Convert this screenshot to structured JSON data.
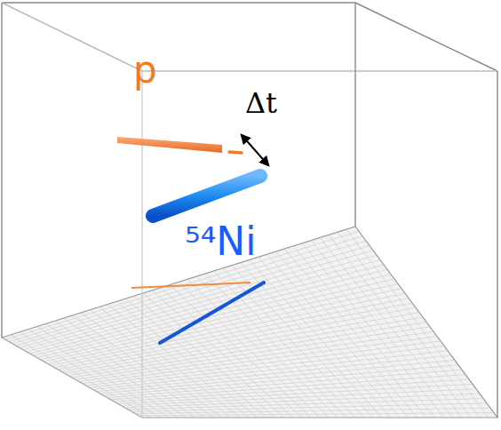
{
  "diagram": {
    "labels": [
      "p",
      "Δt",
      "⁵⁴Ni"
    ]
  }
}
